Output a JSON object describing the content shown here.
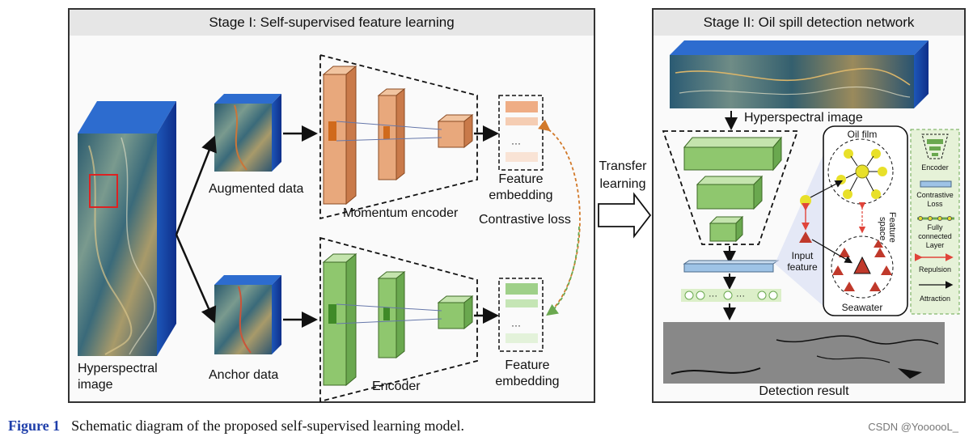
{
  "stage1": {
    "title": "Stage I: Self-supervised feature learning",
    "hyperspectral_label_line1": "Hyperspectral",
    "hyperspectral_label_line2": "image",
    "augmented_label": "Augmented data",
    "anchor_label": "Anchor data",
    "momentum_encoder_label": "Momentum encoder",
    "encoder_label": "Encoder",
    "feature_embedding_top_line1": "Feature",
    "feature_embedding_top_line2": "embedding",
    "feature_embedding_bottom_line1": "Feature",
    "feature_embedding_bottom_line2": "embedding",
    "contrastive_loss_label": "Contrastive loss",
    "ellipsis": "···"
  },
  "transfer": {
    "line1": "Transfer",
    "line2": "learning"
  },
  "stage2": {
    "title": "Stage II: Oil spill detection network",
    "hyperspectral_label": "Hyperspectral image",
    "oil_film_label": "Oil film",
    "seawater_label": "Seawater",
    "feature_space_line1": "Feature",
    "feature_space_line2": "space",
    "input_feature_line1": "Input",
    "input_feature_line2": "feature",
    "detection_result_label": "Detection result",
    "legend": {
      "encoder": "Encoder",
      "contrastive_line1": "Contrastive",
      "contrastive_line2": "Loss",
      "fc_line1": "Fully",
      "fc_line2": "connected",
      "fc_line3": "Layer",
      "repulsion": "Repulsion",
      "attraction": "Attraction"
    }
  },
  "caption": {
    "figure": "Figure 1",
    "text": "Schematic diagram of the proposed self-supervised learning model."
  },
  "watermark": "CSDN @YoooooL_",
  "colors": {
    "momentum_encoder": "#e8a87c",
    "encoder": "#8fc76e",
    "oil_film": "#e8e02a",
    "seawater": "#c0392b",
    "contrastive_bar": "#9ec3e6",
    "repulsion": "#e0443a",
    "arrow_orange": "#d2792a",
    "arrow_green": "#6aa84f"
  }
}
